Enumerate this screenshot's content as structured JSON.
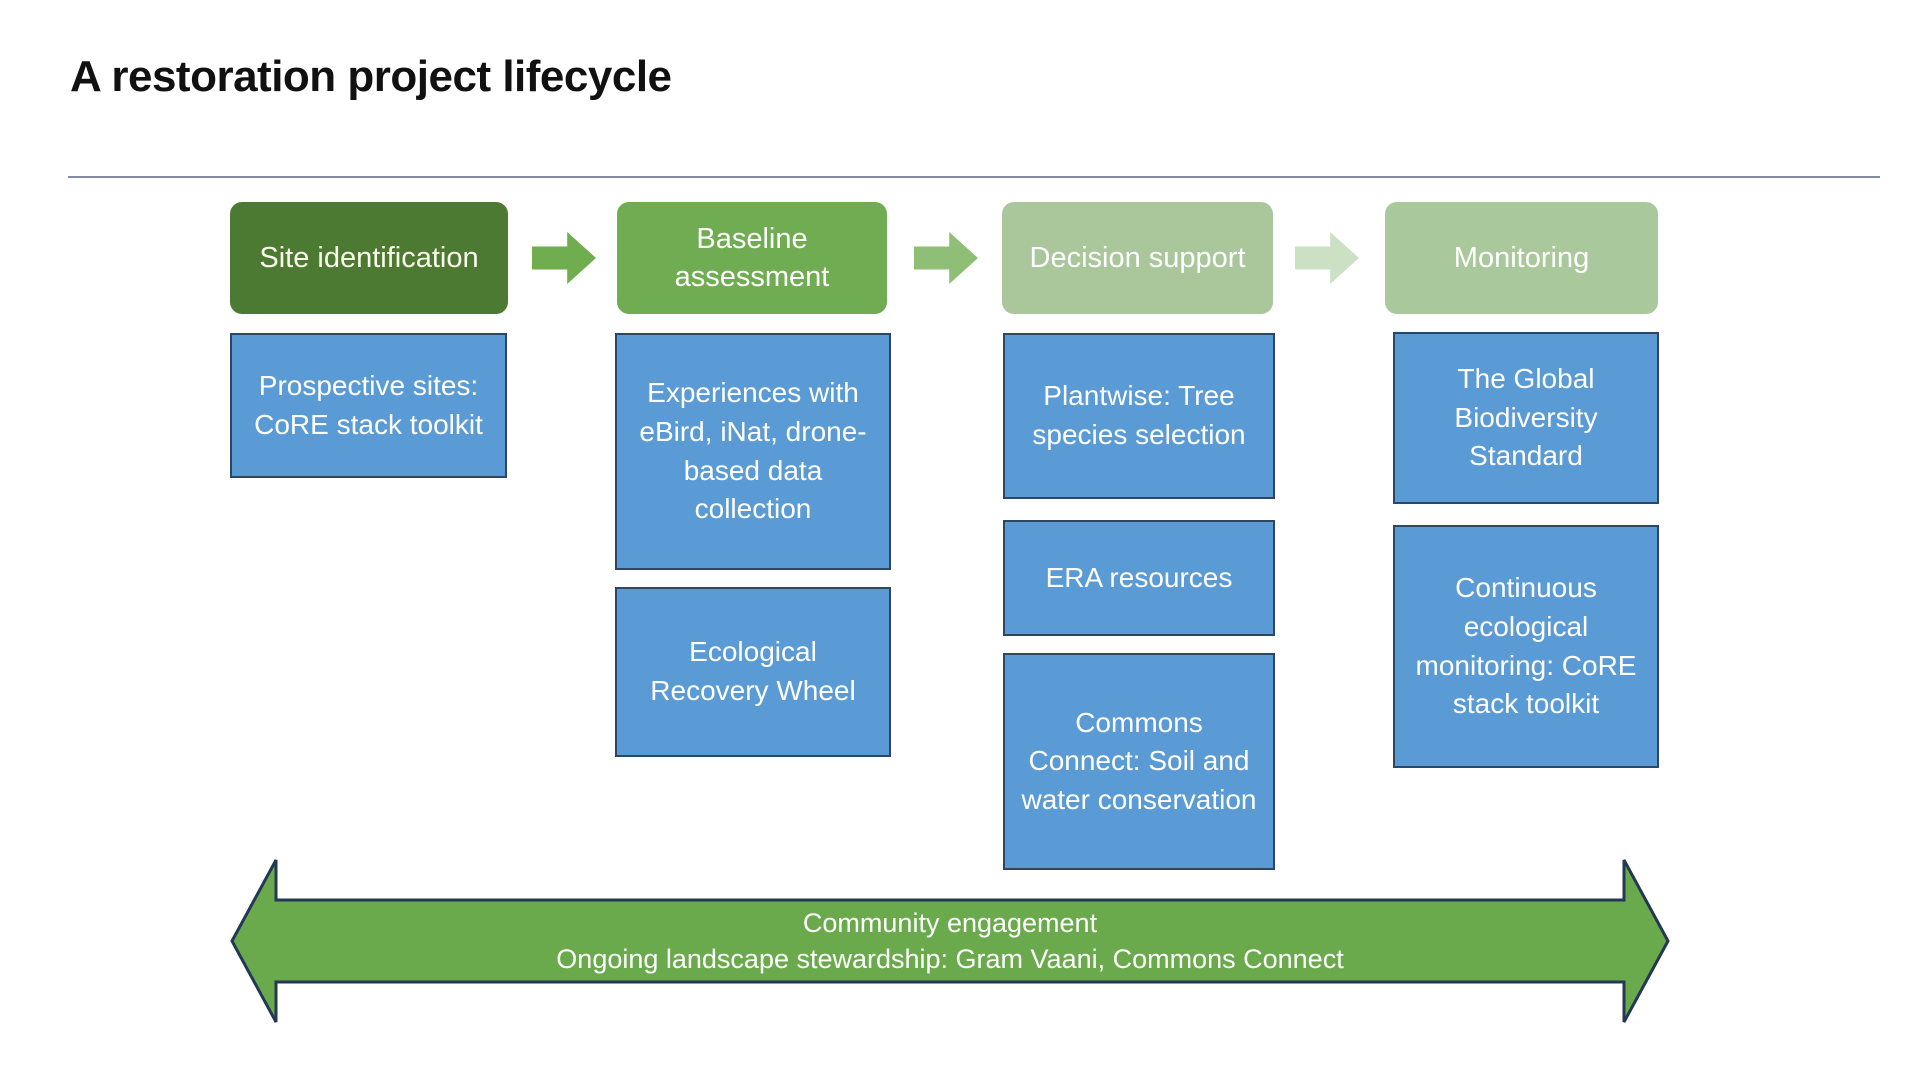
{
  "title": "A restoration project lifecycle",
  "colors": {
    "divider": "#828CA0",
    "card_fill": "#5B9BD5",
    "card_border": "#2D4664",
    "bottom_arrow_fill": "#6AAA4C",
    "bottom_arrow_border": "#233854"
  },
  "columns": [
    {
      "stage": {
        "label": "Site identification",
        "fill": "#4D7A32",
        "text_color": "#FBFBEB"
      },
      "cards": [
        {
          "text": "Prospective sites: CoRE stack toolkit"
        }
      ]
    },
    {
      "stage": {
        "label": "Baseline assessment",
        "fill": "#70AC51",
        "text_color": "#FFFFFF"
      },
      "cards": [
        {
          "text": "Experiences with eBird, iNat, drone-based data collection"
        },
        {
          "text": "Ecological Recovery Wheel"
        }
      ]
    },
    {
      "stage": {
        "label": "Decision support",
        "fill": "#A9C79A",
        "text_color": "#FFFFFF"
      },
      "cards": [
        {
          "text": "Plantwise: Tree species selection"
        },
        {
          "text": "ERA resources"
        },
        {
          "text": "Commons Connect: Soil and water conservation"
        }
      ]
    },
    {
      "stage": {
        "label": "Monitoring",
        "fill": "#A9C89B",
        "text_color": "#FFFFFF"
      },
      "cards": [
        {
          "text": "The Global Biodiversity Standard"
        },
        {
          "text": "Continuous ecological monitoring: CoRE stack toolkit"
        }
      ]
    }
  ],
  "flow_arrows": [
    {
      "fill": "#6FAD4E"
    },
    {
      "fill": "#8FBF77"
    },
    {
      "fill": "#CCE0C3"
    }
  ],
  "bottom_arrow": {
    "fill": "#6AAA4C",
    "border": "#233854",
    "line1": "Community engagement",
    "line2": "Ongoing landscape stewardship: Gram Vaani, Commons Connect"
  }
}
